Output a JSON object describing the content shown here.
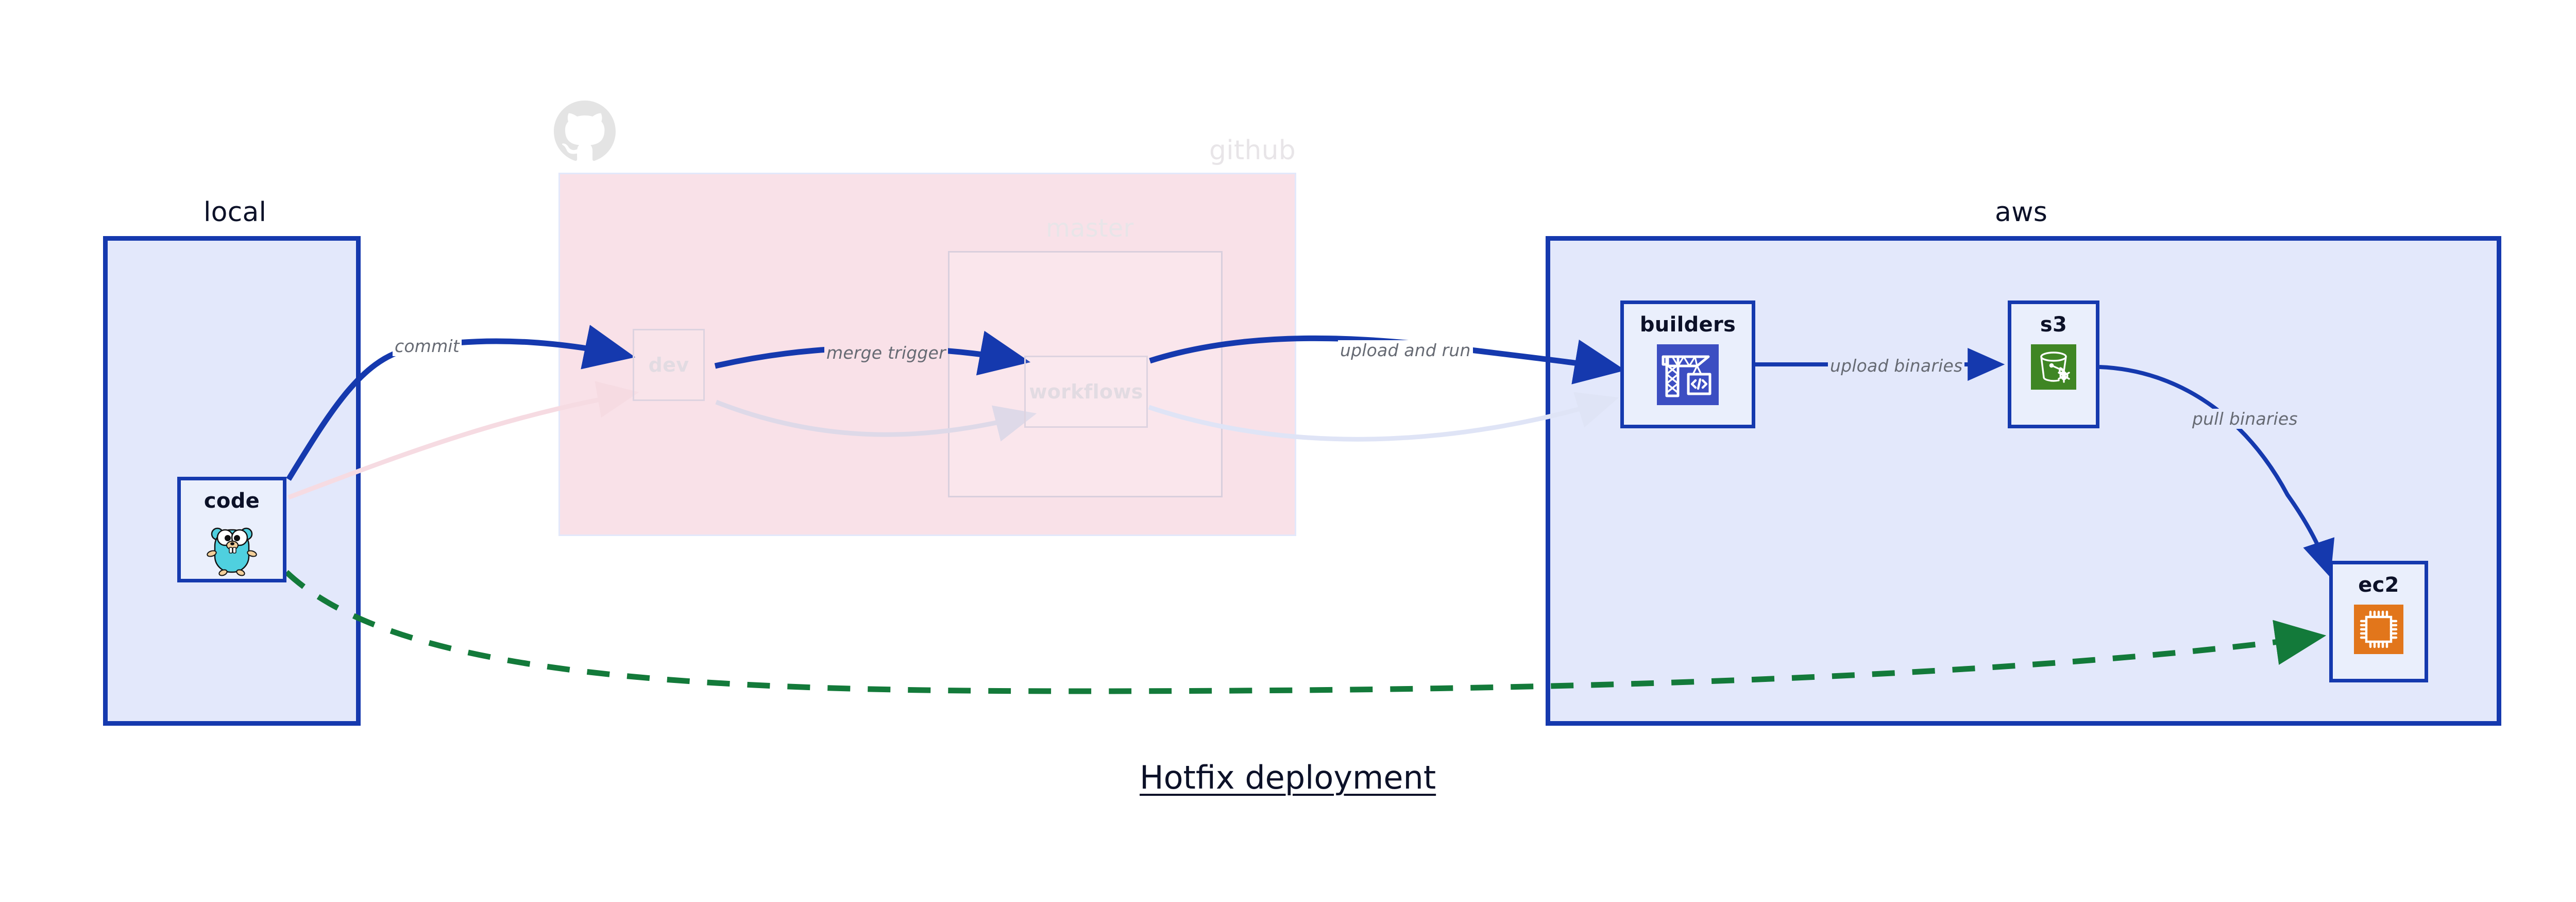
{
  "title": "Hotfix deployment",
  "colors": {
    "cluster_blue_border": "#1539ae",
    "cluster_blue_fill": "#e3e8fb",
    "cluster_pink_fill": "#f9e1e8",
    "node_fill": "#eaeffc",
    "edge_blue": "#1539ae",
    "edge_green": "#137a3a",
    "edge_label_gray": "#666a73",
    "faded_label": "#e8e5e8",
    "builders_icon_bg": "#3c4ec2",
    "s3_icon_bg": "#3f8624",
    "ec2_icon_bg": "#e2761b",
    "gopher_body": "#4fd0df"
  },
  "clusters": [
    {
      "id": "local",
      "label": "local",
      "faded": false
    },
    {
      "id": "github",
      "label": "github",
      "faded": true
    },
    {
      "id": "master",
      "label": "master",
      "faded": true
    },
    {
      "id": "aws",
      "label": "aws",
      "faded": false
    }
  ],
  "nodes": [
    {
      "id": "code",
      "label": "code",
      "icon": "go-gopher-icon",
      "cluster": "local",
      "faded": false
    },
    {
      "id": "dev",
      "label": "dev",
      "icon": "none",
      "cluster": "github",
      "faded": true
    },
    {
      "id": "workflows",
      "label": "workflows",
      "icon": "none",
      "cluster": "master",
      "faded": true
    },
    {
      "id": "builders",
      "label": "builders",
      "icon": "crane-code-icon",
      "cluster": "aws",
      "faded": false
    },
    {
      "id": "s3",
      "label": "s3",
      "icon": "s3-bucket-icon",
      "cluster": "aws",
      "faded": false
    },
    {
      "id": "ec2",
      "label": "ec2",
      "icon": "cpu-chip-icon",
      "cluster": "aws",
      "faded": false
    }
  ],
  "edges": [
    {
      "id": "commit",
      "label": "commit",
      "from": "code",
      "to": "dev",
      "style": "solid",
      "color": "#1539ae",
      "faded": false
    },
    {
      "id": "merge-trigger",
      "label": "merge trigger",
      "from": "dev",
      "to": "workflows",
      "style": "solid",
      "color": "#1539ae",
      "faded": false
    },
    {
      "id": "upload-and-run",
      "label": "upload and run",
      "from": "workflows",
      "to": "builders",
      "style": "solid",
      "color": "#1539ae",
      "faded": false
    },
    {
      "id": "upload-binaries",
      "label": "upload binaries",
      "from": "builders",
      "to": "s3",
      "style": "solid",
      "color": "#1539ae",
      "faded": false
    },
    {
      "id": "pull-binaries",
      "label": "pull binaries",
      "from": "s3",
      "to": "ec2",
      "style": "solid",
      "color": "#1539ae",
      "faded": false
    },
    {
      "id": "hotfix-direct",
      "label": "",
      "from": "code",
      "to": "ec2",
      "style": "dashed",
      "color": "#137a3a",
      "faded": false
    },
    {
      "id": "ghost-return-1",
      "label": "",
      "from": "code",
      "to": "dev",
      "style": "solid",
      "color": "#f6dbe2",
      "faded": true
    },
    {
      "id": "ghost-return-2",
      "label": "",
      "from": "dev",
      "to": "workflows",
      "style": "solid",
      "color": "#ded9e8",
      "faded": true
    },
    {
      "id": "ghost-return-3",
      "label": "",
      "from": "workflows",
      "to": "builders",
      "style": "solid",
      "color": "#dfe4f6",
      "faded": true
    }
  ],
  "logo": {
    "name": "github-octocat-logo",
    "faded": true
  }
}
